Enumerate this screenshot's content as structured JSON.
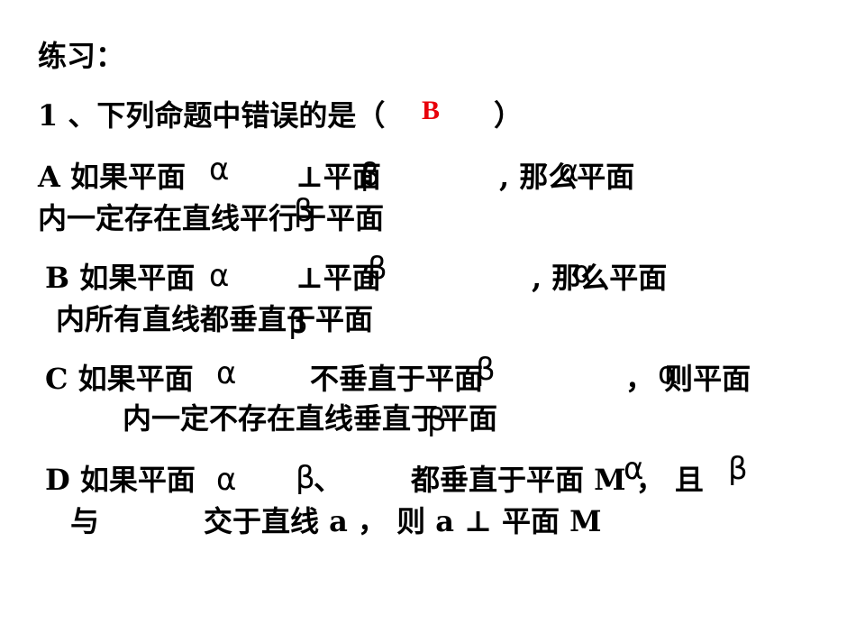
{
  "title": "练习：",
  "question": {
    "stem_left": "1 、下列命题中错误的是（",
    "stem_right": "）",
    "answer": "B"
  },
  "options": {
    "A": {
      "l1_a": "A  如果平面",
      "l1_b": "⊥平面",
      "l1_c": ", 那么平面",
      "l2": "内一定存在直线平行于平面",
      "sym1": "α",
      "sym2": "β",
      "sym3": "α",
      "sym4": "β"
    },
    "B": {
      "l1_a": "B 如果平面",
      "l1_b": "⊥平面",
      "l1_c": ", 那么平面",
      "l2": "内所有直线都垂直于平面",
      "sym1": "α",
      "sym2": "β",
      "sym3": "α",
      "sym4": "β"
    },
    "C": {
      "l1_a": "C 如果平面",
      "l1_b": "不垂直于平面",
      "l1_c": "，  则平面",
      "l2": "内一定不存在直线垂直于平面",
      "sym1": "α",
      "sym2": "β",
      "sym3": "α",
      "sym4": "β"
    },
    "D": {
      "l1_a": "D 如果平面",
      "l1_b": "、",
      "l1_c": "都垂直于平面 M ，  且",
      "l2_a": "与",
      "l2_b": "交于直线   a ，  则   a ⊥ 平面 M",
      "sym1": "α",
      "sym2": "β",
      "sym3": "α",
      "sym4": "β"
    }
  }
}
